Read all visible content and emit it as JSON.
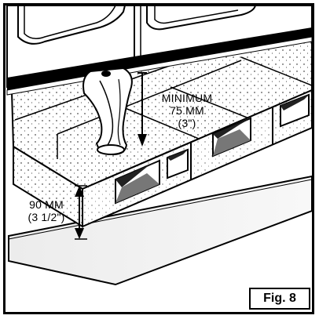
{
  "minimum_clearance": {
    "line1": "MINIMUM",
    "line2": "75 MM",
    "line3": "(3\")"
  },
  "block_height": {
    "line1": "90 MM",
    "line2": "(3 1/2\")"
  },
  "figure_label": "Fig. 8"
}
